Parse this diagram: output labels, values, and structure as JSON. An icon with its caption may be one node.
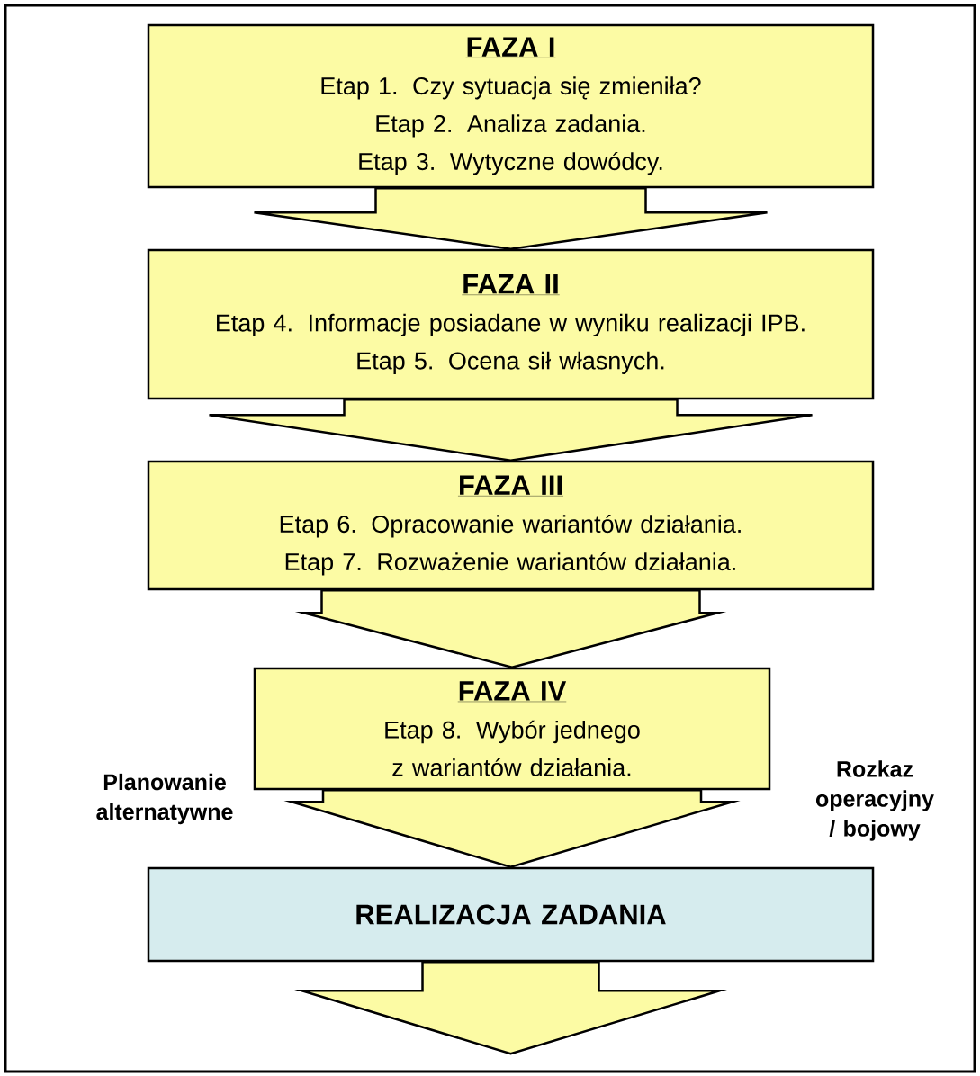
{
  "diagram": {
    "nodes": [
      {
        "text": [
          "FAZA I",
          "Etap 1. Czy sytuacja się zmieniła?",
          "Etap 2. Analiza zadania.",
          "Etap 3. Wytyczne dowódcy."
        ]
      },
      {
        "text": [
          "FAZA II",
          "Etap 4. Informacje posiadane w wyniku realizacji IPB.",
          "Etap 5. Ocena sił własnych."
        ]
      },
      {
        "text": [
          "FAZA III",
          "Etap 6. Opracowanie wariantów działania.",
          "Etap 7. Rozważenie wariantów działania."
        ]
      },
      {
        "text": [
          "FAZA IV",
          "Etap 8. Wybór jednego z wariantów działania."
        ]
      },
      {
        "text": [
          "REALIZACJA ZADANIA"
        ]
      }
    ],
    "edges": [
      {
        "from": 0,
        "to": 1,
        "arrow": "to"
      },
      {
        "from": 1,
        "to": 2,
        "arrow": "to"
      },
      {
        "from": 2,
        "to": 3,
        "arrow": "to"
      },
      {
        "from": 3,
        "to": 4,
        "arrow": "to"
      },
      {
        "from": 4,
        "to": null,
        "arrow": "to"
      }
    ],
    "labels": [
      "Planowanie alternatywne",
      "Rozkaz operacyjny / bojowy"
    ]
  }
}
